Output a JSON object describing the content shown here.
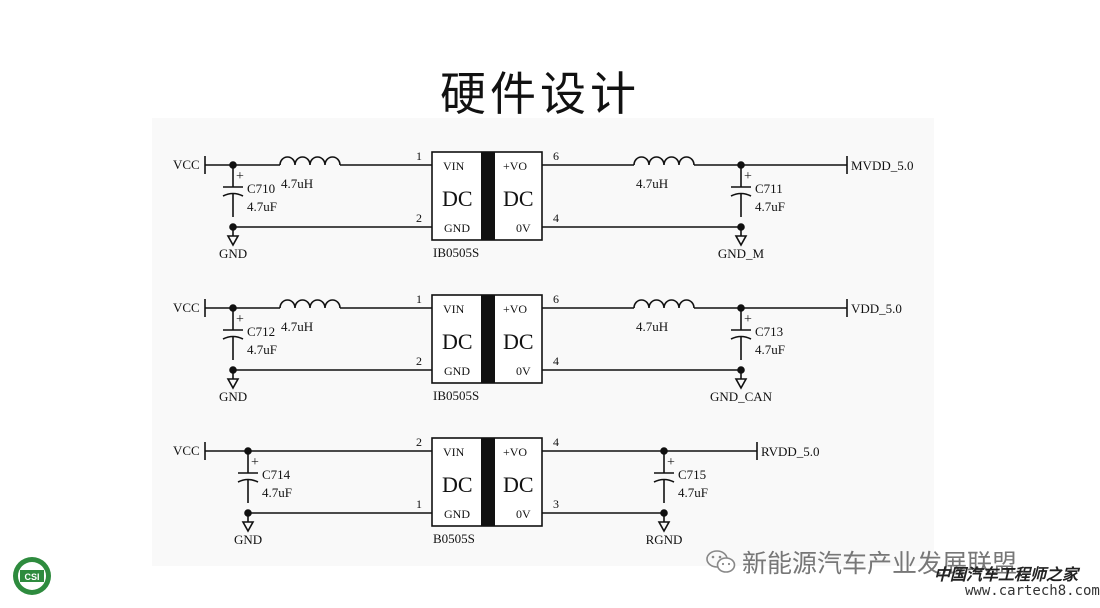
{
  "title": "硬件设计",
  "circuits": [
    {
      "input": "VCC",
      "cap_in": {
        "ref": "C710",
        "value": "4.7uF"
      },
      "ind_in": "4.7uH",
      "gnd_in": "GND",
      "module": {
        "name": "IB0505S",
        "vin": "VIN",
        "gnd": "GND",
        "vo": "+VO",
        "ov": "0V",
        "dc": "DC",
        "pin_vin": "1",
        "pin_gnd": "2",
        "pin_vo": "6",
        "pin_ov": "4"
      },
      "ind_out": "4.7uH",
      "cap_out": {
        "ref": "C711",
        "value": "4.7uF"
      },
      "output": "MVDD_5.0",
      "gnd_out": "GND_M"
    },
    {
      "input": "VCC",
      "cap_in": {
        "ref": "C712",
        "value": "4.7uF"
      },
      "ind_in": "4.7uH",
      "gnd_in": "GND",
      "module": {
        "name": "IB0505S",
        "vin": "VIN",
        "gnd": "GND",
        "vo": "+VO",
        "ov": "0V",
        "dc": "DC",
        "pin_vin": "1",
        "pin_gnd": "2",
        "pin_vo": "6",
        "pin_ov": "4"
      },
      "ind_out": "4.7uH",
      "cap_out": {
        "ref": "C713",
        "value": "4.7uF"
      },
      "output": "VDD_5.0",
      "gnd_out": "GND_CAN"
    },
    {
      "input": "VCC",
      "cap_in": {
        "ref": "C714",
        "value": "4.7uF"
      },
      "gnd_in": "GND",
      "module": {
        "name": "B0505S",
        "vin": "VIN",
        "gnd": "GND",
        "vo": "+VO",
        "ov": "0V",
        "dc": "DC",
        "pin_vin": "2",
        "pin_gnd": "1",
        "pin_vo": "4",
        "pin_ov": "3"
      },
      "cap_out": {
        "ref": "C715",
        "value": "4.7uF"
      },
      "output": "RVDD_5.0",
      "gnd_out": "RGND"
    }
  ],
  "plus": "+",
  "watermark": "新能源汽车产业发展联盟",
  "site_name": "中国汽车工程师之家",
  "site_url": "www.cartech8.com",
  "logo_text": "CSI",
  "colors": {
    "line": "#111111",
    "module_bar": "#111111",
    "watermark": "#777777"
  }
}
